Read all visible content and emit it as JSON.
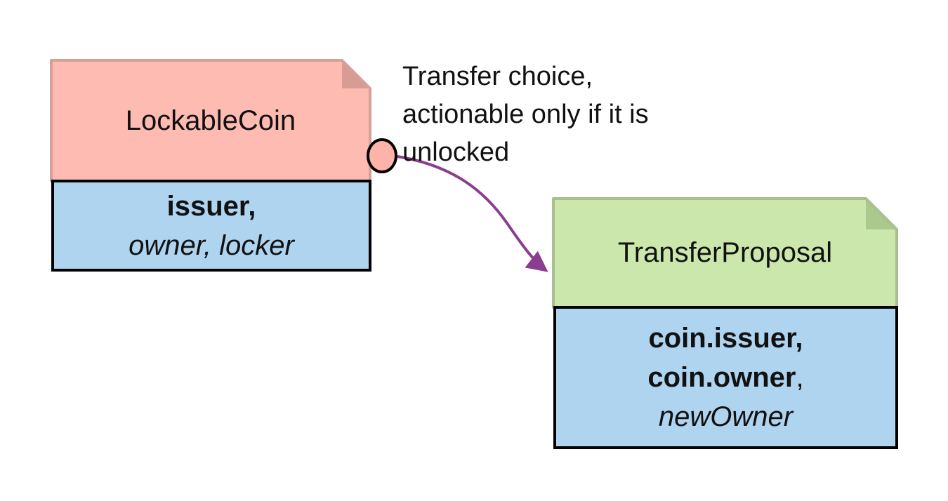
{
  "diagram": {
    "background_color": "#ffffff",
    "annotation": {
      "line1": "Transfer choice,",
      "line2": "actionable only if it is",
      "line3": "unlocked"
    },
    "lockable_coin": {
      "title": "LockableCoin",
      "signers_line": "issuer,",
      "participants_line": "owner, locker",
      "header_fill": "#FDBBB2",
      "header_stroke": "#D6A099",
      "fold_fill": "#D99C94",
      "body_fill": "#AED4EF",
      "body_stroke": "#000000"
    },
    "transfer_proposal": {
      "title": "TransferProposal",
      "signers_line1": "coin.issuer,",
      "signers_line2": "coin.owner",
      "signers_line2_suffix": ",",
      "participants_line": "newOwner",
      "header_fill": "#CBE7AC",
      "header_stroke": "#A8BF8F",
      "fold_fill": "#ACC98D",
      "body_fill": "#AED4EF",
      "body_stroke": "#000000"
    },
    "connector": {
      "circle_fill": "#FDB3AA",
      "circle_stroke": "#000000",
      "arrow_color": "#8B3D90"
    }
  }
}
